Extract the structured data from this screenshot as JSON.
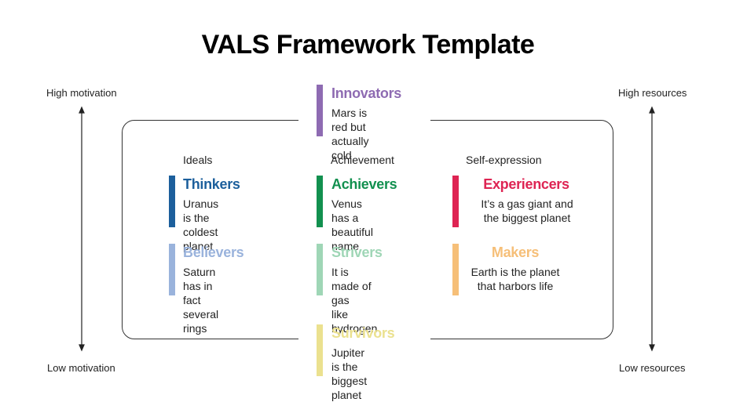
{
  "title": "VALS Framework Template",
  "axes": {
    "left_top": "High motivation",
    "left_bottom": "Low motivation",
    "right_top": "High resources",
    "right_bottom": "Low resources"
  },
  "columns": {
    "ideals": "Ideals",
    "achievement": "Achievement",
    "self_expression": "Self-expression"
  },
  "segments": {
    "innovators": {
      "name": "Innovators",
      "desc": "Mars is red but\nactually cold",
      "color": "#8e6bb2"
    },
    "thinkers": {
      "name": "Thinkers",
      "desc": "Uranus is the\ncoldest planet",
      "color": "#1c5f9c"
    },
    "achievers": {
      "name": "Achievers",
      "desc": "Venus has a\nbeautiful name",
      "color": "#12904f"
    },
    "experiencers": {
      "name": "Experiencers",
      "desc": "It’s a gas giant and\nthe biggest planet",
      "color": "#de2453"
    },
    "believers": {
      "name": "Believers",
      "desc": "Saturn has in fact\nseveral rings",
      "color": "#9ab3dc"
    },
    "strivers": {
      "name": "Strivers",
      "desc": "It is made of gas\nlike hydrogen",
      "color": "#9fd6b6"
    },
    "makers": {
      "name": "Makers",
      "desc": "Earth is the planet\nthat harbors life",
      "color": "#f6bf78"
    },
    "survivors": {
      "name": "Survivors",
      "desc": "Jupiter is the\nbiggest planet",
      "color": "#ebe18f"
    }
  }
}
